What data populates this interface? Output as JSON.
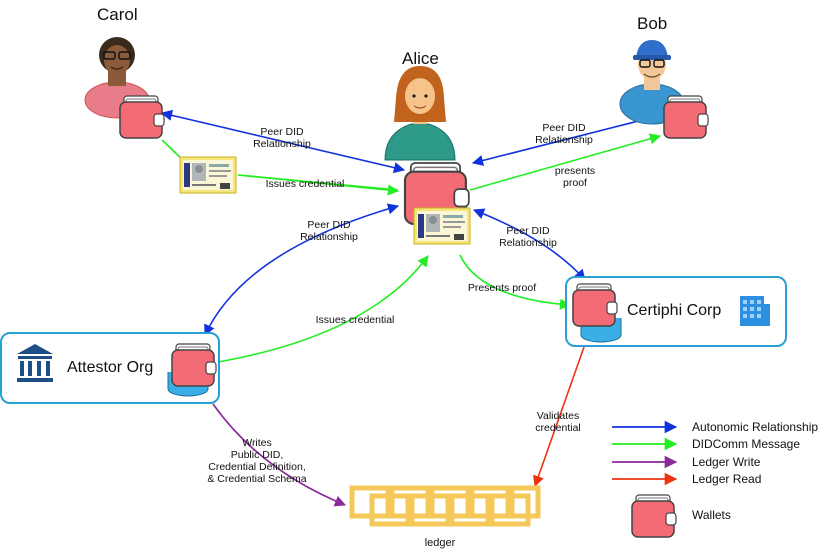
{
  "people": {
    "carol": "Carol",
    "alice": "Alice",
    "bob": "Bob"
  },
  "orgs": {
    "attestor": "Attestor Org",
    "certiphi": "Certiphi Corp"
  },
  "edges": {
    "carol_peer": "Peer DID\nRelationship",
    "carol_issues": "Issues credential",
    "bob_peer": "Peer DID\nRelationship",
    "bob_presents": "presents\nproof",
    "attestor_peer": "Peer DID\nRelationship",
    "attestor_issues": "Issues credential",
    "certiphi_peer": "Peer DID\nRelationship",
    "certiphi_presents": "Presents proof",
    "writes": "Writes\nPublic DID,\nCredential Definition,\n& Credential Schema",
    "validates": "Validates\ncredential",
    "ledger": "ledger"
  },
  "legend": {
    "autonomic": "Autonomic Relationship",
    "didcomm": "DIDComm Message",
    "ledger_write": "Ledger Write",
    "ledger_read": "Ledger Read",
    "wallets": "Wallets"
  },
  "colors": {
    "autonomic": "#1133dd",
    "didcomm": "#22ee22",
    "ledger_write": "#8a2a9a",
    "ledger_read": "#ee3311",
    "wallet": "#f26b75",
    "box_border": "#2a9fd6",
    "ledger": "#f5c85a"
  }
}
